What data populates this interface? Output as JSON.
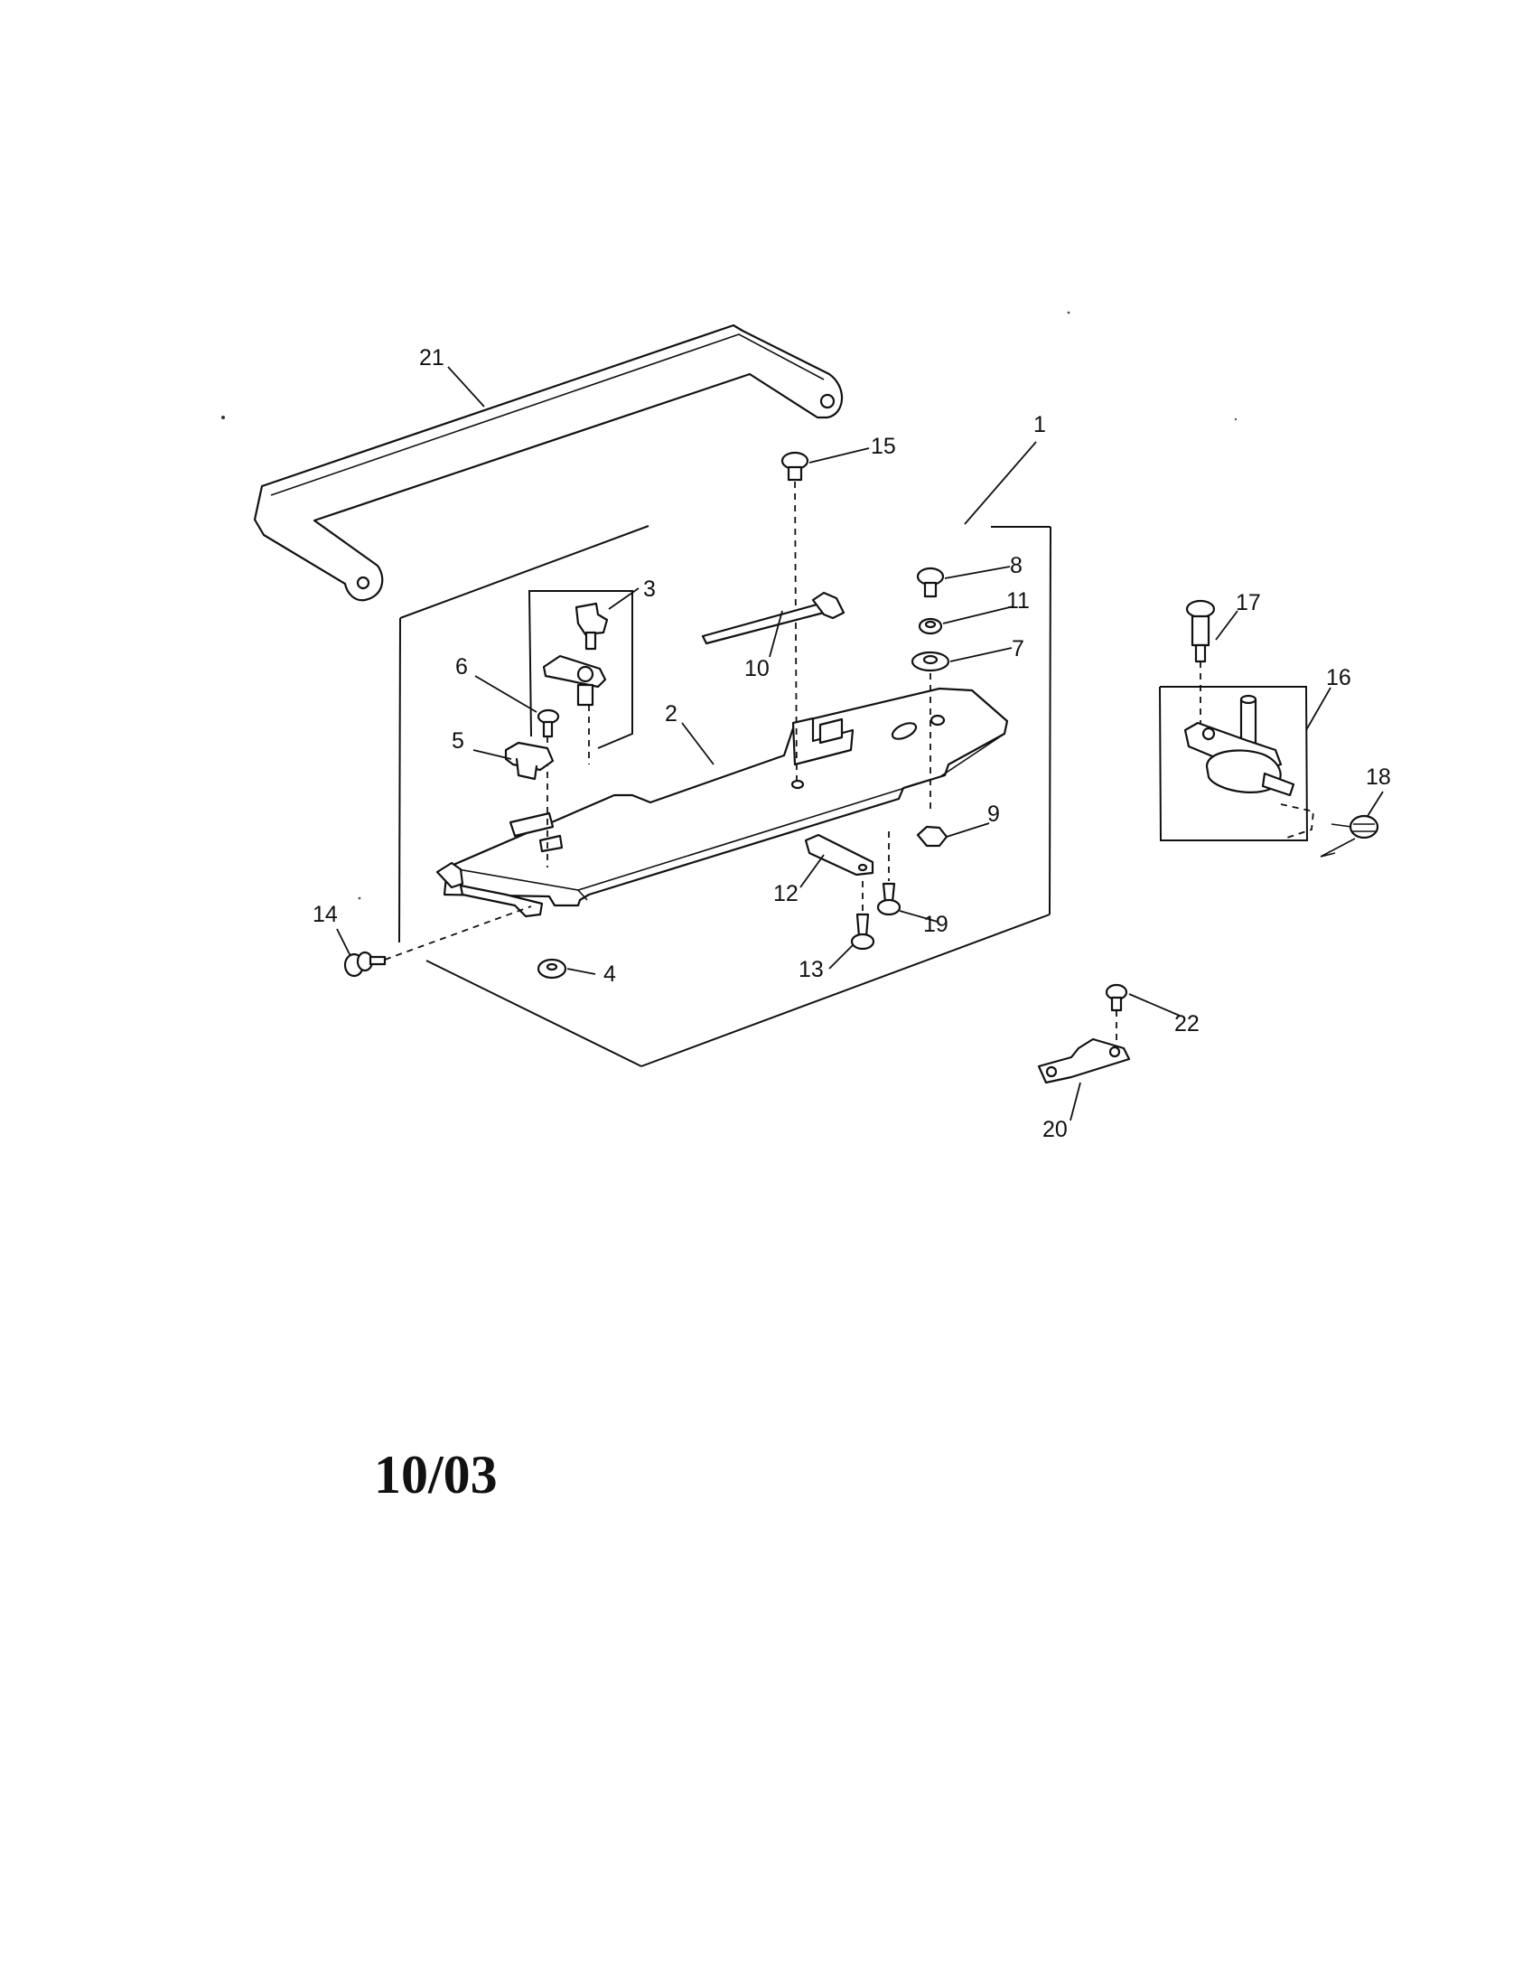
{
  "diagram": {
    "type": "exploded parts diagram",
    "callouts": {
      "c1": "1",
      "c2": "2",
      "c3": "3",
      "c4": "4",
      "c5": "5",
      "c6": "6",
      "c7": "7",
      "c8": "8",
      "c9": "9",
      "c10": "10",
      "c11": "11",
      "c12": "12",
      "c13": "13",
      "c14": "14",
      "c15": "15",
      "c16": "16",
      "c17": "17",
      "c18": "18",
      "c19": "19",
      "c20": "20",
      "c21": "21",
      "c22": "22"
    },
    "date_code": "10/03"
  }
}
